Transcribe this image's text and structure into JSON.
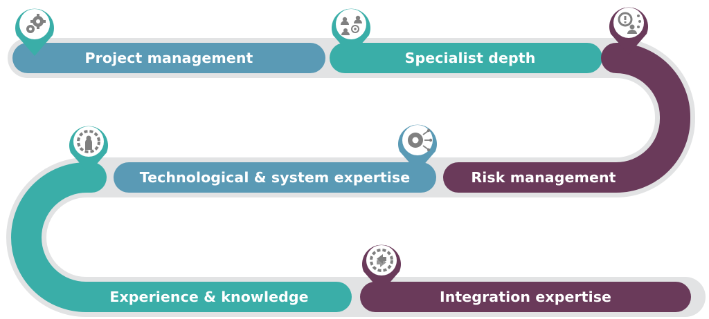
{
  "colors": {
    "track_grey": "#e2e3e4",
    "steel_blue": "#5a9ab5",
    "teal": "#3aaea8",
    "plum": "#6a3a5a",
    "icon_grey": "#808080",
    "white": "#ffffff"
  },
  "stages": [
    {
      "label": "Project management",
      "color": "steel_blue",
      "icon": "gears-icon"
    },
    {
      "label": "Specialist depth",
      "color": "teal",
      "icon": "team-network-icon"
    },
    {
      "label": "Risk management",
      "color": "plum",
      "icon": "risk-person-icon"
    },
    {
      "label": "Technological & system expertise",
      "color": "steel_blue",
      "icon": "gear-network-icon"
    },
    {
      "label": "Experience & knowledge",
      "color": "teal",
      "icon": "expert-gear-icon"
    },
    {
      "label": "Integration expertise",
      "color": "plum",
      "icon": "integration-gear-icon"
    }
  ]
}
